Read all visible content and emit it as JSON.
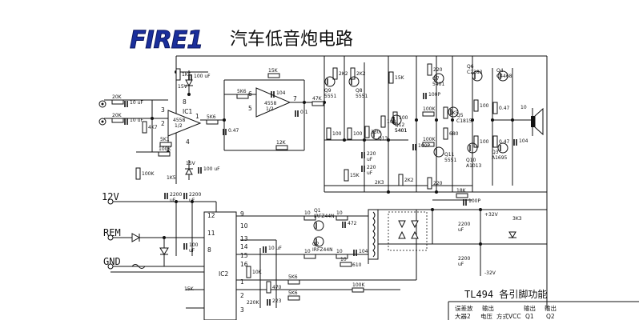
{
  "header": {
    "logo": "FIRE1",
    "title": "汽车低音炮电路"
  },
  "rails": {
    "v12": "12V",
    "rem": "REM",
    "gnd": "GND"
  },
  "ic1": {
    "name": "IC1",
    "pins": {
      "p8": "8",
      "p3": "3",
      "p2": "2",
      "p1": "1",
      "p4": "4"
    },
    "chip_label": "4558\n1/2"
  },
  "ic_mid": {
    "chip_label": "4558\n1/2",
    "pins": {
      "p6": "6",
      "p5": "5",
      "p7": "7"
    }
  },
  "ic2": {
    "name": "IC2",
    "pins": [
      "12",
      "11",
      "8",
      "9",
      "10",
      "13",
      "14",
      "15",
      "16",
      "1",
      "2",
      "3"
    ]
  },
  "components": [
    {
      "id": "r-20k-a",
      "label": "20K"
    },
    {
      "id": "r-20k-b",
      "label": "20K"
    },
    {
      "id": "c-10uf-a",
      "label": "10 uF"
    },
    {
      "id": "c-10uf-b",
      "label": "10 uF"
    },
    {
      "id": "r-4k7",
      "label": "4K7"
    },
    {
      "id": "r-1k5-top",
      "label": "1K5"
    },
    {
      "id": "c-100uf-top",
      "label": "100 uF"
    },
    {
      "id": "z-15v-top",
      "label": "15V"
    },
    {
      "id": "r-5k1",
      "label": "5K1"
    },
    {
      "id": "r-100k-ic1",
      "label": "100K"
    },
    {
      "id": "rp-100k",
      "label": "100K"
    },
    {
      "id": "z-15v-bot",
      "label": "15V"
    },
    {
      "id": "c-100uf-bot",
      "label": "100 uF"
    },
    {
      "id": "r-1k5-bot",
      "label": "1K5"
    },
    {
      "id": "r-5k6-a",
      "label": "5K6"
    },
    {
      "id": "c-0.47-a",
      "label": "0.47"
    },
    {
      "id": "r-5k6-b",
      "label": "5K6"
    },
    {
      "id": "r-15k-fb",
      "label": "15K"
    },
    {
      "id": "c-104",
      "label": "104"
    },
    {
      "id": "r-12k",
      "label": "12K"
    },
    {
      "id": "r-47k",
      "label": "47K"
    },
    {
      "id": "c-0.1",
      "label": "0.1"
    },
    {
      "id": "r-2k2-a",
      "label": "2K2"
    },
    {
      "id": "r-2k2-b",
      "label": "2K2"
    },
    {
      "id": "r-15k-r",
      "label": "15K"
    },
    {
      "id": "q9",
      "label": "Q9\n5551"
    },
    {
      "id": "q8",
      "label": "Q8\n5551"
    },
    {
      "id": "r-100-a",
      "label": "100"
    },
    {
      "id": "r-100-b",
      "label": "100"
    },
    {
      "id": "r-330",
      "label": "330"
    },
    {
      "id": "q13",
      "label": "Q13"
    },
    {
      "id": "q12",
      "label": "Q12\n5401"
    },
    {
      "id": "q12b",
      "label": "5401"
    },
    {
      "id": "r-100-c",
      "label": "100"
    },
    {
      "id": "r-100-d",
      "label": "100"
    },
    {
      "id": "c-220uf-a",
      "label": "220\nuF"
    },
    {
      "id": "c-220uf-b",
      "label": "220\nuF"
    },
    {
      "id": "r-15k-bot",
      "label": "15K"
    },
    {
      "id": "r-2k3",
      "label": "2K3"
    },
    {
      "id": "r-2k2-c",
      "label": "2K2"
    },
    {
      "id": "r-220-top",
      "label": "220"
    },
    {
      "id": "q7",
      "label": "Q7\n5401"
    },
    {
      "id": "c-100p-a",
      "label": "100P"
    },
    {
      "id": "r-100k-q",
      "label": "100K"
    },
    {
      "id": "r-1k5-q",
      "label": "1K5"
    },
    {
      "id": "q5",
      "label": "Q5\nC1815"
    },
    {
      "id": "r-680",
      "label": "680"
    },
    {
      "id": "q6",
      "label": "Q6\nC2383"
    },
    {
      "id": "q4",
      "label": "Q4\nC4468"
    },
    {
      "id": "r-100-q",
      "label": "100"
    },
    {
      "id": "r-047-a",
      "label": "0.47"
    },
    {
      "id": "r-100k-q2",
      "label": "100K"
    },
    {
      "id": "c-100p-b",
      "label": "100P"
    },
    {
      "id": "q11",
      "label": "Q11\n5551"
    },
    {
      "id": "q10",
      "label": "Q10\nA1013"
    },
    {
      "id": "q3",
      "label": "Q3\nA1695"
    },
    {
      "id": "r-100-q3",
      "label": "100"
    },
    {
      "id": "r-047-b",
      "label": "0.47"
    },
    {
      "id": "r-220-bot",
      "label": "220"
    },
    {
      "id": "r-10",
      "label": "10"
    },
    {
      "id": "c-104-spk",
      "label": "104"
    },
    {
      "id": "r-18k",
      "label": "18K"
    },
    {
      "id": "c-100p-c",
      "label": "100P"
    },
    {
      "id": "c-2200uf-a",
      "label": "2200\nuF"
    },
    {
      "id": "c-2200uf-b",
      "label": "2200\nuF"
    },
    {
      "id": "c-100uf-rem",
      "label": "100\nuF"
    },
    {
      "id": "q1",
      "label": "Q1\nIRFZ44N"
    },
    {
      "id": "q2",
      "label": "Q2\nIRFZ44N"
    },
    {
      "id": "r-10-g1",
      "label": "10"
    },
    {
      "id": "r-10-g2",
      "label": "10"
    },
    {
      "id": "r-10-g3",
      "label": "10"
    },
    {
      "id": "r-10-g4",
      "label": "10"
    },
    {
      "id": "c-472",
      "label": "472"
    },
    {
      "id": "c-104-t",
      "label": "104"
    },
    {
      "id": "r-10-t",
      "label": "10"
    },
    {
      "id": "r-610",
      "label": "610"
    },
    {
      "id": "r-10k",
      "label": "10K"
    },
    {
      "id": "c-10uf-ic2",
      "label": "10 uF"
    },
    {
      "id": "r-470",
      "label": "470"
    },
    {
      "id": "r-5k6-c",
      "label": "5K6"
    },
    {
      "id": "r-5k6-d",
      "label": "5K6"
    },
    {
      "id": "r-15k-ic2",
      "label": "15K"
    },
    {
      "id": "r-100k-b",
      "label": "100K"
    },
    {
      "id": "r-220k",
      "label": "220K"
    },
    {
      "id": "c-223",
      "label": "223"
    },
    {
      "id": "v-plus32",
      "label": "+32V"
    },
    {
      "id": "c-2200-psu-a",
      "label": "2200\nuF"
    },
    {
      "id": "c-2200-psu-b",
      "label": "2200\nuF"
    },
    {
      "id": "v-minus32",
      "label": "-32V"
    },
    {
      "id": "r-3k3",
      "label": "3K3"
    }
  ],
  "table": {
    "title": "TL494 各引脚功能",
    "header": [
      "误差放",
      "输出",
      "输出",
      "输出"
    ],
    "row2": [
      "大器2",
      "电压",
      "方式VCC",
      "Q1",
      "Q2"
    ]
  }
}
